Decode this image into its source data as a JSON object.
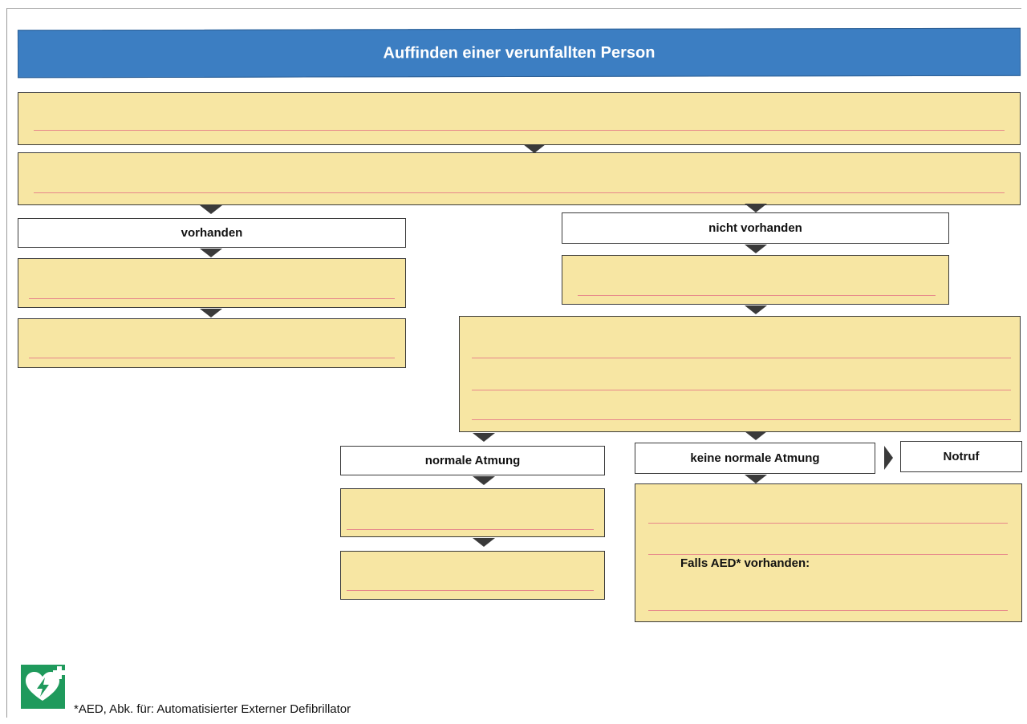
{
  "title": "Auffinden einer verunfallten Person",
  "labels": {
    "vorhanden": "vorhanden",
    "nicht_vorhanden": "nicht vorhanden",
    "normale_atmung": "normale Atmung",
    "keine_normale_atmung": "keine normale Atmung",
    "notruf": "Notruf"
  },
  "aed_note": "Falls AED* vorhanden:",
  "footnote": "*AED, Abk. für: Automatisierter Externer Defibrillator",
  "colors": {
    "header": "#3c7ec2",
    "box_fill": "#f7e6a3",
    "write_line": "#e7878b",
    "aed_green": "#1f9a5c"
  },
  "icons": [
    "aed-heart-icon",
    "arrow-down-icon",
    "arrow-right-icon"
  ]
}
